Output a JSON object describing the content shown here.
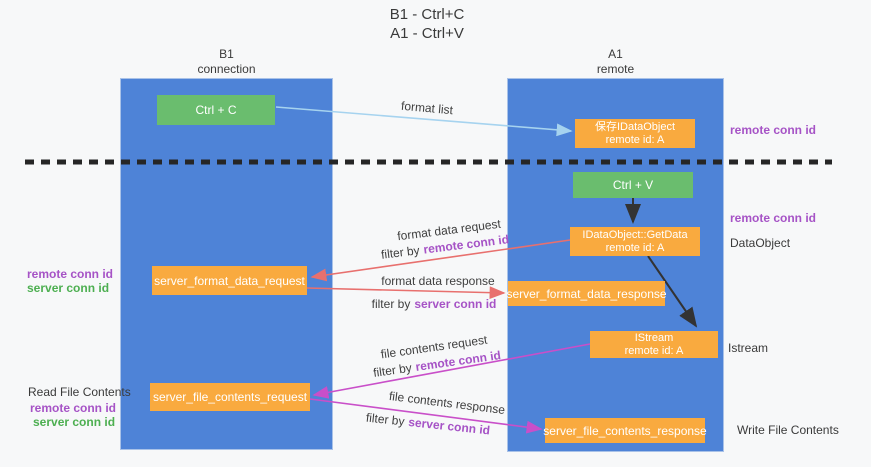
{
  "title": {
    "line1": "B1 - Ctrl+C",
    "line2": "A1 - Ctrl+V"
  },
  "columns": {
    "left": {
      "title": "B1",
      "subtitle": "connection"
    },
    "right": {
      "title": "A1",
      "subtitle": "remote"
    }
  },
  "nodes": {
    "ctrl_c": {
      "label": "Ctrl + C"
    },
    "save_idataobject": {
      "line1": "保存IDataObject",
      "line2": "remote id: A"
    },
    "ctrl_v": {
      "label": "Ctrl + V"
    },
    "idataobject_getdata": {
      "line1": "IDataObject::GetData",
      "line2": "remote id: A"
    },
    "istream": {
      "line1": "IStream",
      "line2": "remote id: A"
    },
    "server_format_data_request": {
      "label": "server_format_data_request"
    },
    "server_format_data_response": {
      "label": "server_format_data_response"
    },
    "server_file_contents_request": {
      "label": "server_file_contents_request"
    },
    "server_file_contents_response": {
      "label": "server_file_contents_response"
    }
  },
  "arrow_labels": {
    "format_list": "format list",
    "format_data_request": "format data request",
    "format_data_response": "format data response",
    "file_contents_request": "file contents request",
    "file_contents_response": "file contents response",
    "filter_by": "filter by",
    "remote_conn_id": "remote conn id",
    "server_conn_id": "server conn id"
  },
  "side_labels": {
    "remote_conn_id": "remote conn id",
    "server_conn_id": "server conn id",
    "dataobject": "DataObject",
    "istream": "Istream",
    "read_file_contents": "Read File Contents",
    "write_file_contents": "Write File Contents"
  },
  "colors": {
    "background": "#f7f8f9",
    "column_blue": "#4e83d7",
    "node_green": "#6abd6e",
    "node_orange": "#f9aa3f",
    "purple_text": "#a653c6",
    "green_text": "#4daf51",
    "arrow_lightblue": "#a6d3ef",
    "arrow_red": "#e8706e",
    "arrow_magenta": "#c94fc9",
    "arrow_black": "#333333"
  }
}
